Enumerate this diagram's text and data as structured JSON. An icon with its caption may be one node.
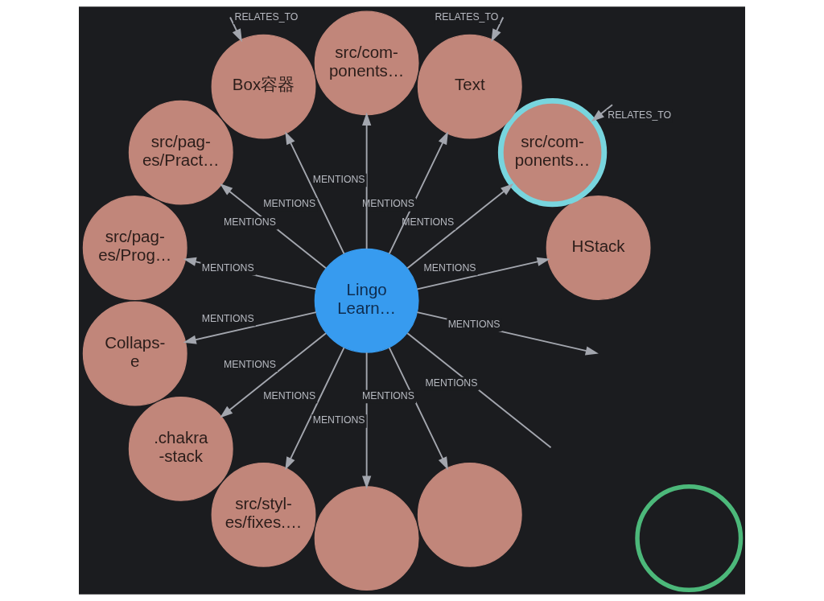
{
  "diagram": {
    "nodes": [
      {
        "text": [
          "HStack"
        ]
      },
      {
        "text": [
          "src/com- ponents…"
        ]
      },
      {
        "text": [
          "Text"
        ]
      },
      {
        "text": [
          "src/com- ponents…"
        ]
      },
      {
        "text": [
          "Box容器"
        ]
      },
      {
        "text": [
          "src/pag- es/Pract…"
        ]
      },
      {
        "text": [
          "Lingo Learn…"
        ]
      },
      {
        "text": [
          "src/pag- es/Prog…"
        ]
      },
      {
        "text": [],
        "shape": "circle"
      },
      {
        "text": [
          "Collaps- e"
        ]
      },
      {
        "text": [
          ".chakra -stack"
        ]
      },
      {
        "text": [
          "src/styl- es/fixes.…"
        ]
      },
      {
        "text": [],
        "shape": "circle"
      },
      {
        "text": [],
        "shape": "circle"
      }
    ],
    "edges": [
      {
        "from": 6,
        "to": null,
        "arrow": "none",
        "label": "MENTIONS"
      },
      {
        "from": 6,
        "to": 1,
        "arrow": "to",
        "label": "MENTIONS"
      },
      {
        "from": 6,
        "to": null,
        "arrow": "to",
        "label": "MENTIONS"
      },
      {
        "from": 6,
        "to": 2,
        "arrow": "to",
        "label": "MENTIONS"
      },
      {
        "from": 6,
        "to": 4,
        "arrow": "to",
        "label": "MENTIONS"
      },
      {
        "from": 6,
        "to": 9,
        "arrow": "to",
        "label": "MENTIONS"
      },
      {
        "from": 6,
        "to": 13,
        "arrow": "to",
        "label": "MENTIONS"
      },
      {
        "from": 6,
        "to": 10,
        "arrow": "to",
        "label": "MENTIONS"
      },
      {
        "from": 6,
        "to": 12,
        "arrow": "to",
        "label": "MENTIONS"
      },
      {
        "from": 6,
        "to": 11,
        "arrow": "to",
        "label": "MENTIONS"
      },
      {
        "from": 6,
        "to": 7,
        "arrow": "to",
        "label": "MENTIONS"
      },
      {
        "from": 6,
        "to": 5,
        "arrow": "to",
        "label": "MENTIONS"
      },
      {
        "from": 6,
        "to": 3,
        "arrow": "to",
        "label": "MENTIONS"
      },
      {
        "from": 6,
        "to": 0,
        "arrow": "to",
        "label": "MENTIONS"
      },
      {
        "from": null,
        "to": 1,
        "arrow": "to",
        "label": "RELATES_TO"
      },
      {
        "from": null,
        "to": 2,
        "arrow": "to",
        "label": "RELATES_TO"
      },
      {
        "from": null,
        "to": 4,
        "arrow": "to",
        "label": "RELATES_TO"
      }
    ]
  }
}
